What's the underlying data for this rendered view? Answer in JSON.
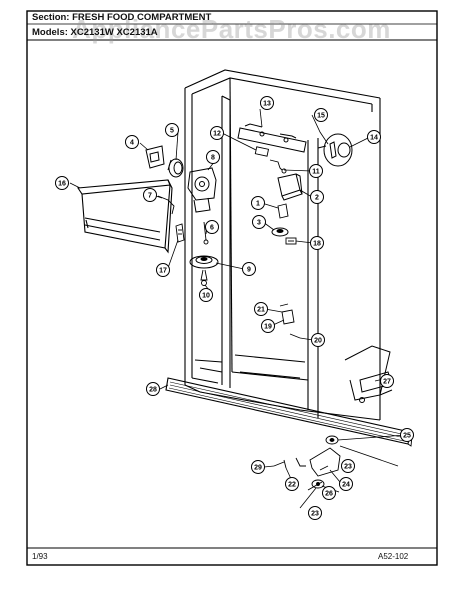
{
  "header": {
    "section_text": "Section: FRESH FOOD COMPARTMENT",
    "models_text": "Models: XC2131W XC2131A"
  },
  "watermark": "AppliancePartsPros.com",
  "footer": {
    "date": "1/93",
    "code": "A52-102"
  },
  "callouts": [
    "1",
    "2",
    "3",
    "4",
    "5",
    "6",
    "7",
    "8",
    "9",
    "10",
    "11",
    "12",
    "13",
    "14",
    "15",
    "16",
    "17",
    "18",
    "19",
    "20",
    "21",
    "22",
    "23",
    "23",
    "24",
    "25",
    "26",
    "27",
    "28",
    "29"
  ],
  "colors": {
    "line": "#000000",
    "watermark": "#9a9a9a"
  }
}
